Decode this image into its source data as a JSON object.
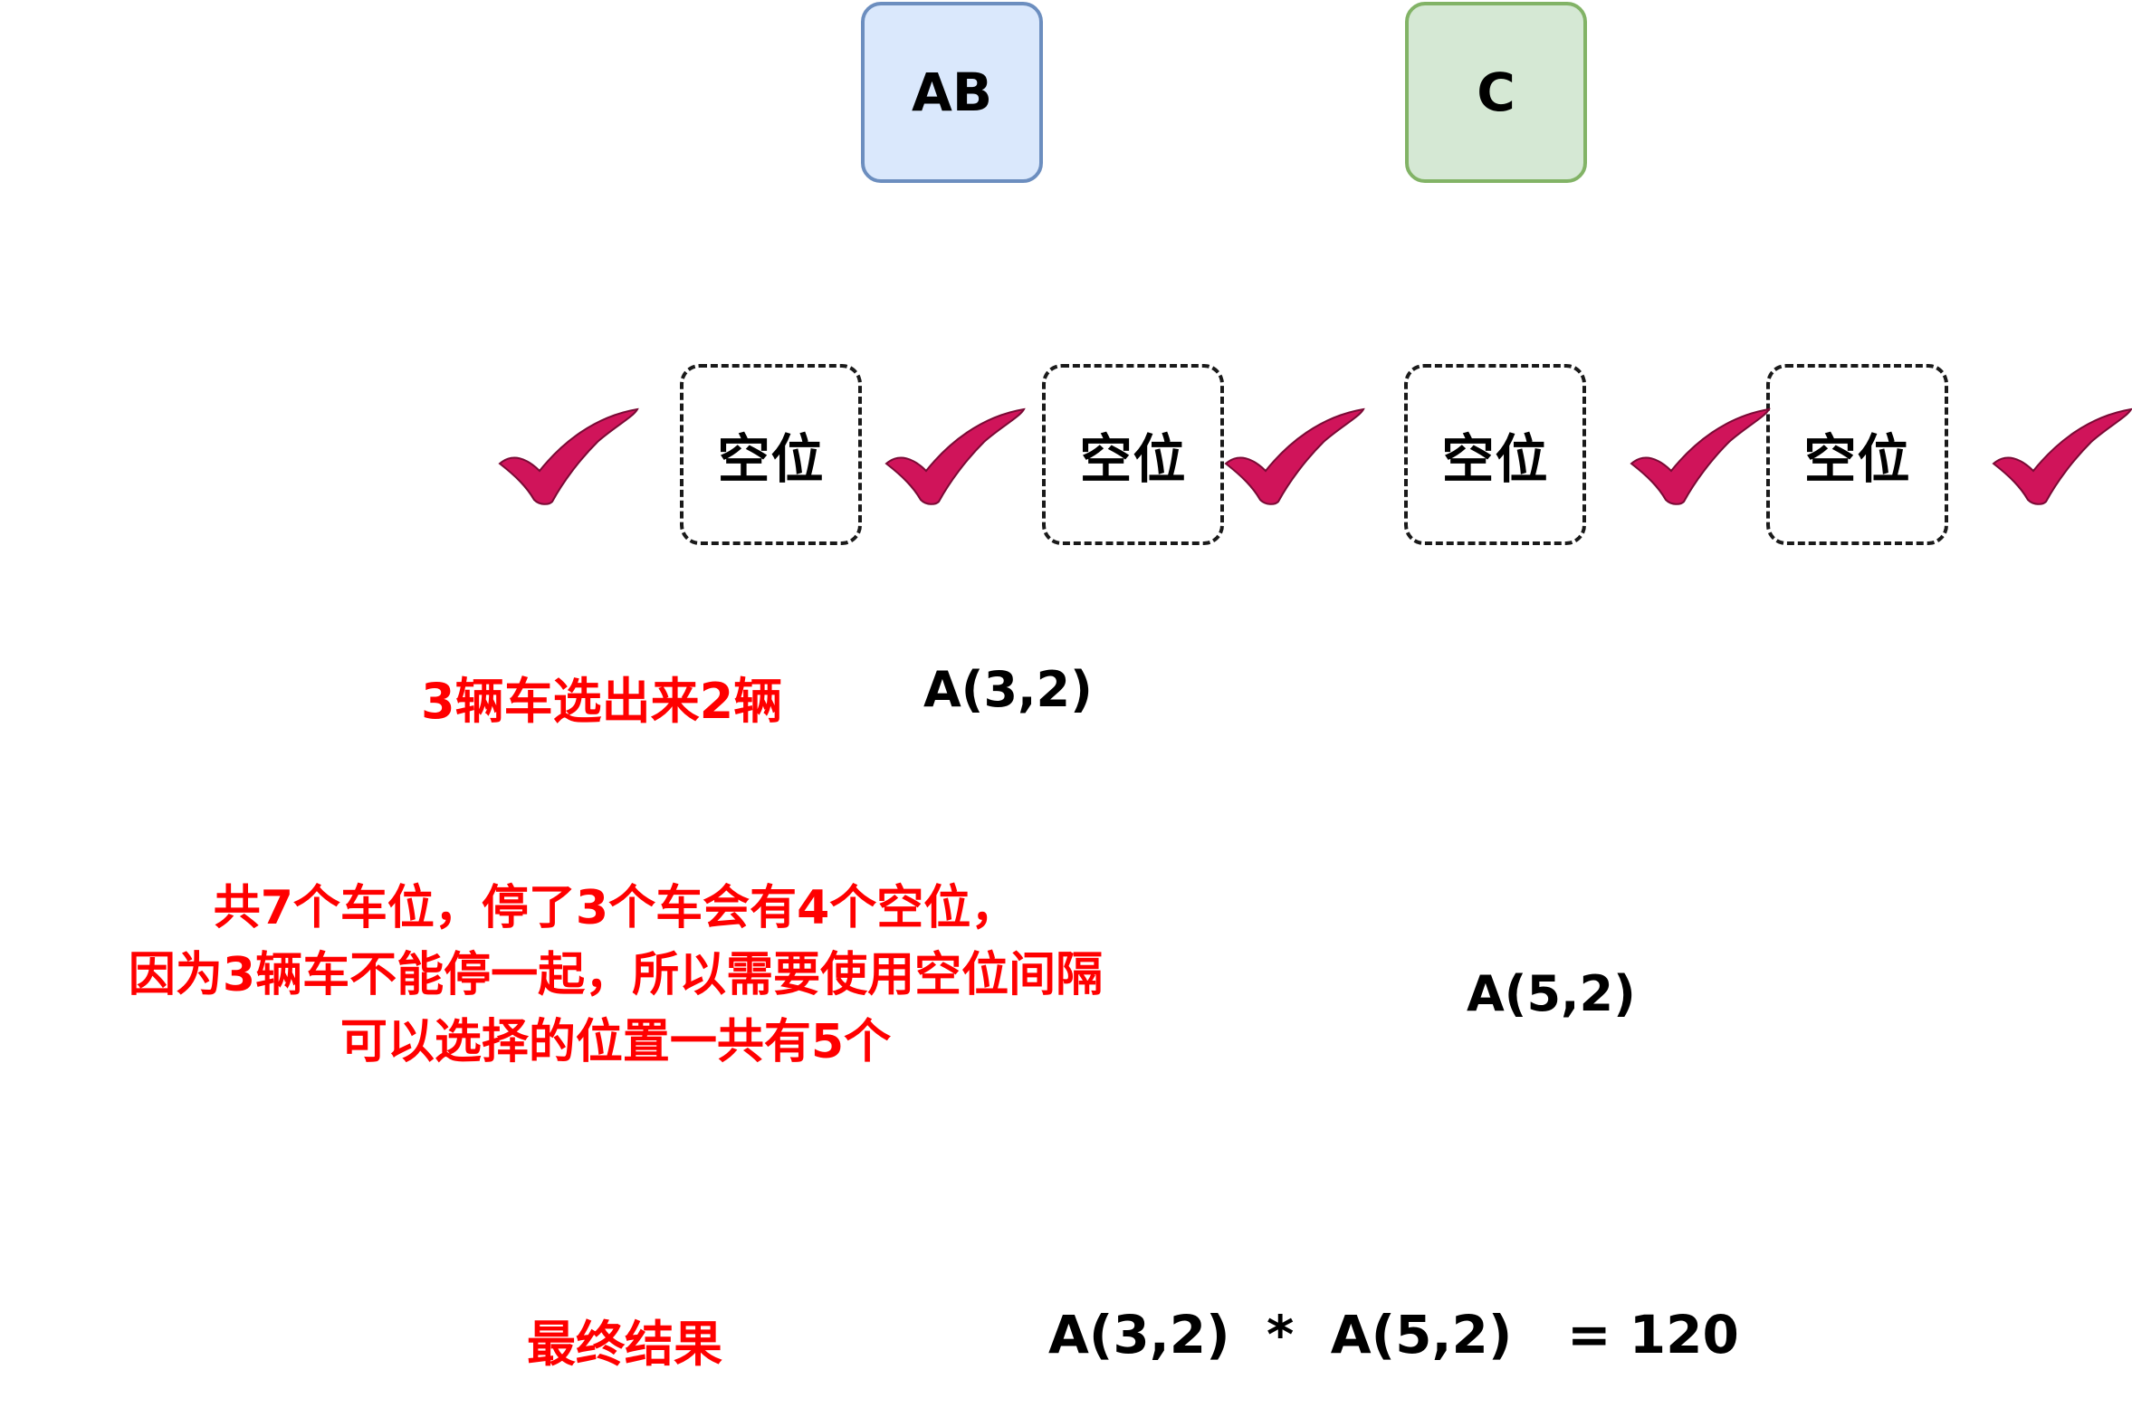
{
  "cars": {
    "ab": "AB",
    "c": "C"
  },
  "slots": [
    "空位",
    "空位",
    "空位",
    "空位"
  ],
  "checkmark_color": "#d0145a",
  "line1": {
    "label": "3辆车选出来2辆",
    "formula": "A(3,2)"
  },
  "note": {
    "lines": [
      "共7个车位，停了3个车会有4个空位，",
      "因为3辆车不能停一起，所以需要使用空位间隔",
      "可以选择的位置一共有5个"
    ],
    "formula": "A(5,2)"
  },
  "result": {
    "label": "最终结果",
    "formula": "A(3,2)  *  A(5,2)   = 120"
  }
}
